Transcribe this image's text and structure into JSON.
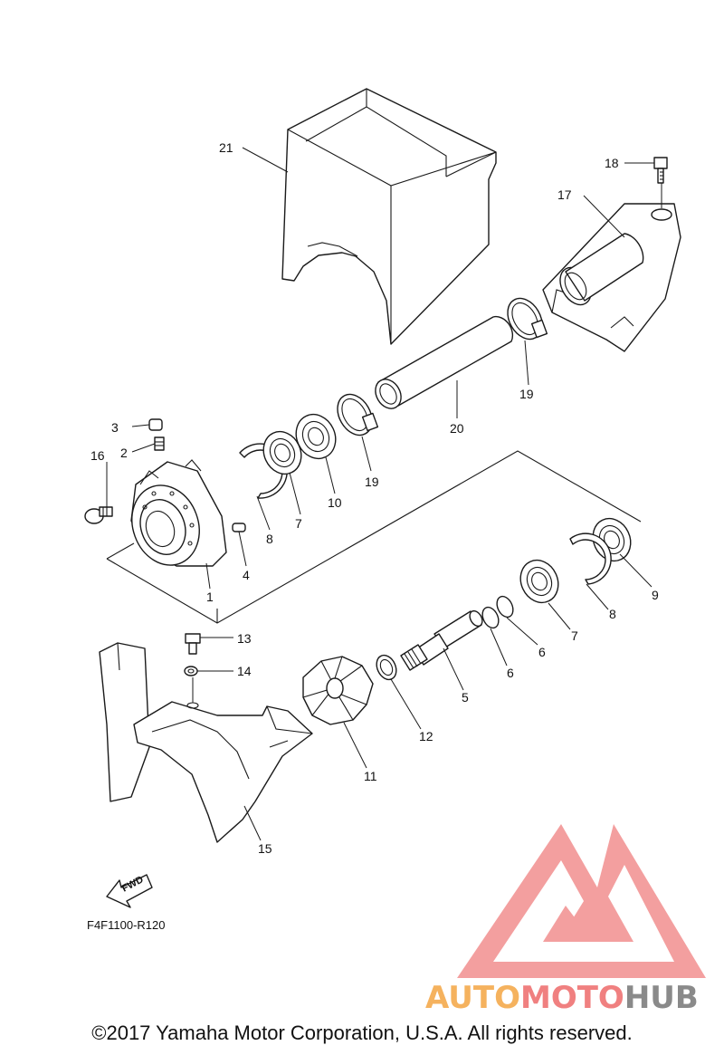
{
  "callouts": {
    "p1": "1",
    "p2": "2",
    "p3": "3",
    "p4": "4",
    "p5": "5",
    "p6a": "6",
    "p6b": "6",
    "p7a": "7",
    "p7b": "7",
    "p8a": "8",
    "p8b": "8",
    "p9": "9",
    "p10": "10",
    "p11": "11",
    "p12": "12",
    "p13": "13",
    "p14": "14",
    "p15": "15",
    "p16": "16",
    "p17": "17",
    "p18": "18",
    "p19a": "19",
    "p19b": "19",
    "p20": "20",
    "p21": "21"
  },
  "fwd_label": "FWD",
  "diagram_code": "F4F1100-R120",
  "watermark": {
    "brand_part1": "AUTO",
    "brand_part2": "MOTO",
    "brand_part3": "HUB",
    "color_orange": "#f5b25e",
    "color_red": "#f08080",
    "color_gray": "#8a8a8a"
  },
  "copyright": "©2017 Yamaha Motor Corporation, U.S.A. All rights reserved."
}
